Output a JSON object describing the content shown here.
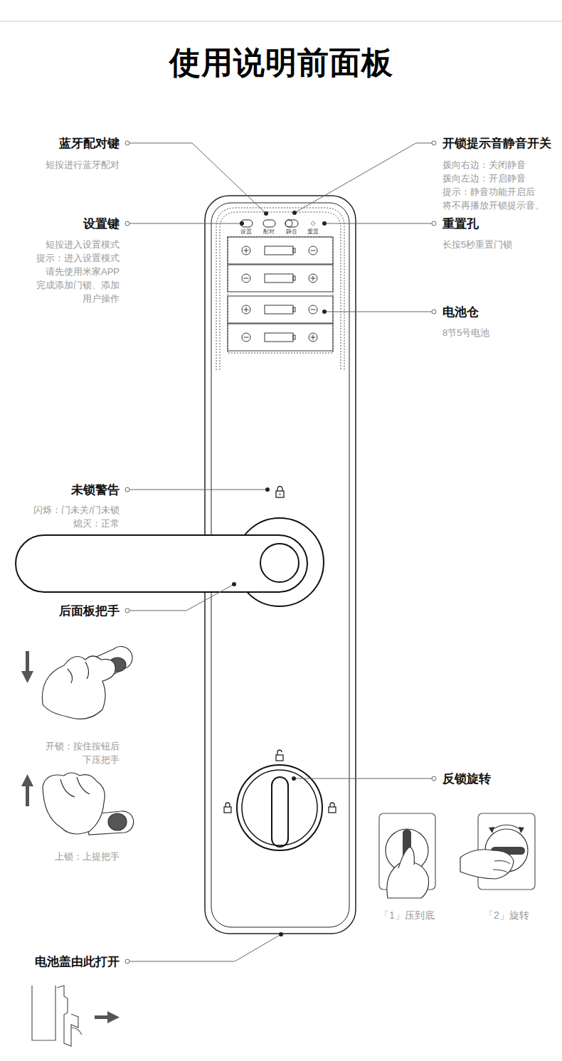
{
  "diagram": {
    "title": "使用说明前面板",
    "labels": [
      "蓝牙配对键",
      "短按进行蓝牙配对",
      "开锁提示音静音开关",
      "拨向右边：关闭静音",
      "拨向左边：开启静音",
      "提示：静音功能开启后",
      "将不再播放开锁提示音。",
      "设置键",
      "短按进入设置模式",
      "提示：进入设置模式",
      "请先使用米家APP",
      "完成添加门锁、添加",
      "用户操作",
      "重置孔",
      "长按5秒重置门锁",
      "电池仓",
      "8节5号电池",
      "未锁警告",
      "闪烁：门未关/门未锁",
      "熄灭：正常",
      "后面板把手",
      "开锁：按住按钮后",
      "下压把手",
      "上锁：上提把手",
      "反锁旋转",
      "「1」压到底",
      "「2」旋转",
      "电池盖由此打开",
      "设置",
      "配对",
      "静音",
      "重置"
    ]
  }
}
